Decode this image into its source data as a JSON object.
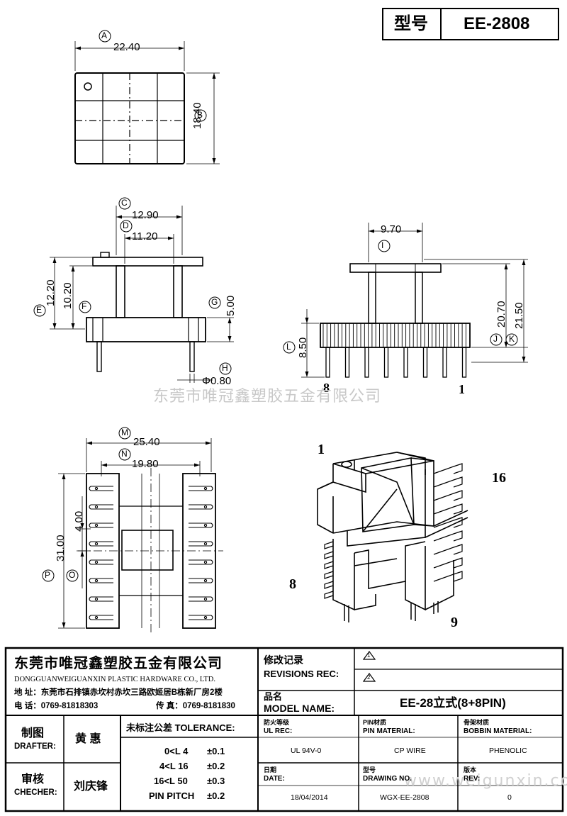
{
  "header": {
    "model_label": "型号",
    "model_value": "EE-2808"
  },
  "dimensions": {
    "A": "A",
    "A_value": "22.40",
    "B": "B",
    "B_value": "18.40",
    "C": "C",
    "C_value": "12.90",
    "D": "D",
    "D_value": "11.20",
    "E": "E",
    "E_value": "12.20",
    "F": "F",
    "F_value": "10.20",
    "G": "G",
    "G_value": "5.00",
    "H": "H",
    "H_value": "Φ0.80",
    "I": "I",
    "I_value": "9.70",
    "J": "J",
    "J_value": "20.70",
    "K": "K",
    "K_value": "21.50",
    "L": "L",
    "L_value": "8.50",
    "M": "M",
    "M_value": "25.40",
    "N": "N",
    "N_value": "19.80",
    "O": "O",
    "O_value": "4.00",
    "P": "P",
    "P_value": "31.00"
  },
  "pins": {
    "side_left": "8",
    "side_right": "1",
    "iso_top_left": "1",
    "iso_top_right": "16",
    "iso_bottom_left": "8",
    "iso_bottom_right": "9"
  },
  "watermark": {
    "center": "东莞市唯冠鑫塑胶五金有限公司",
    "url": "www.weigunxin.com"
  },
  "company": {
    "name_cn": "东莞市唯冠鑫塑胶五金有限公司",
    "name_en": "DONGGUANWEIGUANXIN PLASTIC HARDWARE CO., LTD.",
    "address": "地 址：东莞市石排镇赤坎村赤坎三路欧姬居B栋新厂房2楼",
    "phone": "电 话：0769-81818303",
    "fax": "传 真：0769-8181830"
  },
  "revisions": {
    "label_cn": "修改记录",
    "label_en": "REVISIONS REC:",
    "rev1": "1",
    "rev2": "2"
  },
  "model_name": {
    "label_cn": "品名",
    "label_en": "MODEL NAME:",
    "value": "EE-28立式(8+8PIN)"
  },
  "drafter": {
    "label_cn": "制图",
    "label_en": "DRAFTER:",
    "name": "黄 惠"
  },
  "checker": {
    "label_cn": "审核",
    "label_en": "CHECHER:",
    "name": "刘庆锋"
  },
  "tolerance": {
    "label": "未标注公差 TOLERANCE:",
    "rows": [
      {
        "range": "0<L  4",
        "value": "±0.1"
      },
      {
        "range": "4<L  16",
        "value": "±0.2"
      },
      {
        "range": "16<L  50",
        "value": "±0.3"
      },
      {
        "range": "PIN PITCH",
        "value": "±0.2"
      }
    ]
  },
  "specs": {
    "ul_label_cn": "防火等级",
    "ul_label_en": "UL REC:",
    "ul_value": "UL 94V-0",
    "pin_label_cn": "PIN材质",
    "pin_label_en": "PIN MATERIAL:",
    "pin_value": "CP WIRE",
    "bobbin_label_cn": "骨架材质",
    "bobbin_label_en": "BOBBIN MATERIAL:",
    "bobbin_value": "PHENOLIC",
    "date_label_cn": "日期",
    "date_label_en": "DATE:",
    "date_value": "18/04/2014",
    "drawing_label_cn": "型号",
    "drawing_label_en": "DRAWING NO.",
    "drawing_value": "WGX-EE-2808",
    "rev_label_cn": "版本",
    "rev_label_en": "REV:",
    "rev_value": "0"
  }
}
